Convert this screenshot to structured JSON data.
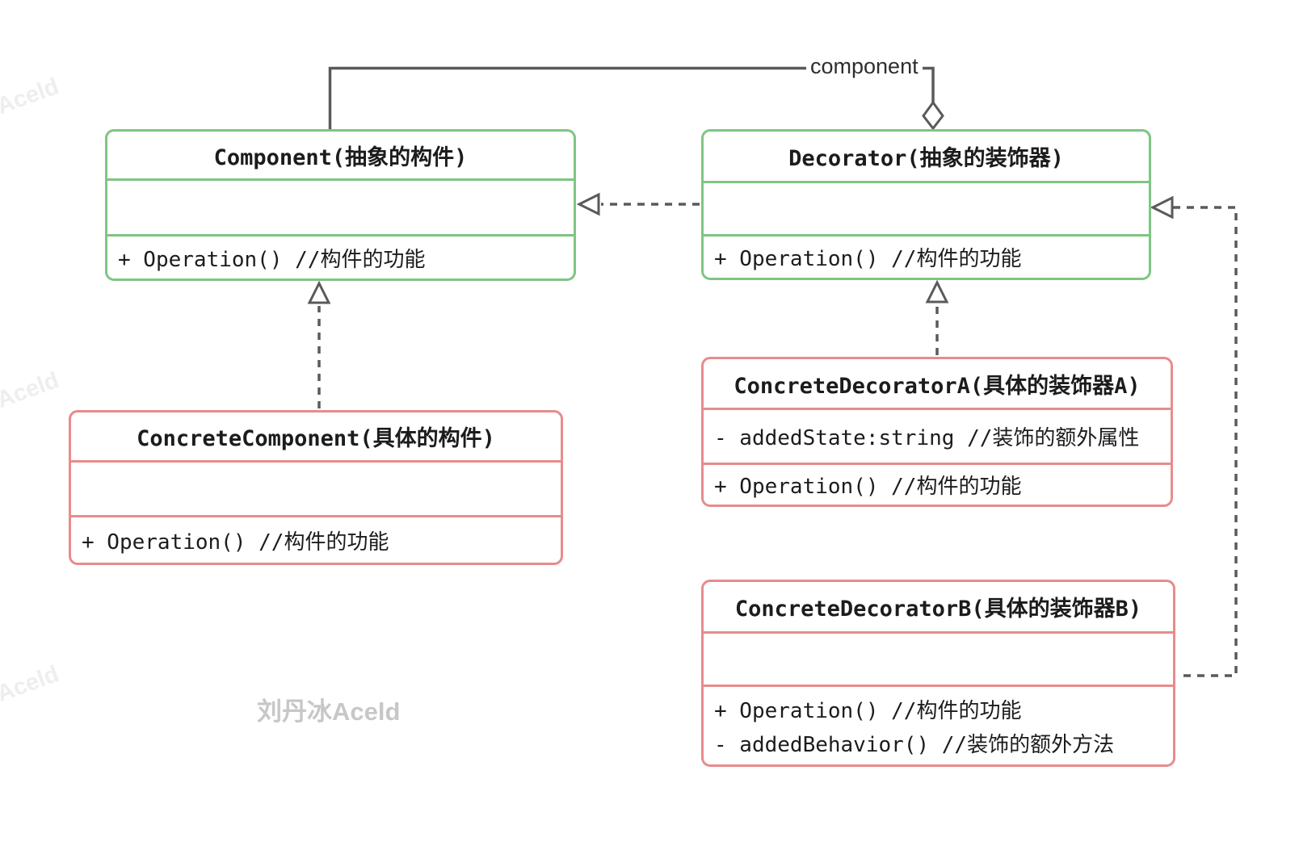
{
  "connectors": {
    "aggregation_label": "component"
  },
  "classes": {
    "component": {
      "name": "Component(抽象的构件)",
      "methods": [
        "+ Operation() //构件的功能"
      ]
    },
    "decorator": {
      "name": "Decorator(抽象的装饰器)",
      "methods": [
        "+ Operation() //构件的功能"
      ]
    },
    "concrete_component": {
      "name": "ConcreteComponent(具体的构件)",
      "methods": [
        "+ Operation() //构件的功能"
      ]
    },
    "concrete_decorator_a": {
      "name": "ConcreteDecoratorA(具体的装饰器A)",
      "attributes": [
        "- addedState:string //装饰的额外属性"
      ],
      "methods": [
        "+ Operation() //构件的功能"
      ]
    },
    "concrete_decorator_b": {
      "name": "ConcreteDecoratorB(具体的装饰器B)",
      "methods": [
        "+ Operation() //构件的功能",
        "- addedBehavior() //装饰的额外方法"
      ]
    }
  },
  "watermarks": {
    "author": "刘丹冰Aceld",
    "corner": "Aceld"
  },
  "colors": {
    "abstract_border": "#7fc583",
    "concrete_border": "#e88b8c",
    "connector_line": "#5a5a5a",
    "text": "#1c1c1c",
    "author_watermark": "#c7c7c7",
    "corner_watermark": "#eeeeee"
  }
}
